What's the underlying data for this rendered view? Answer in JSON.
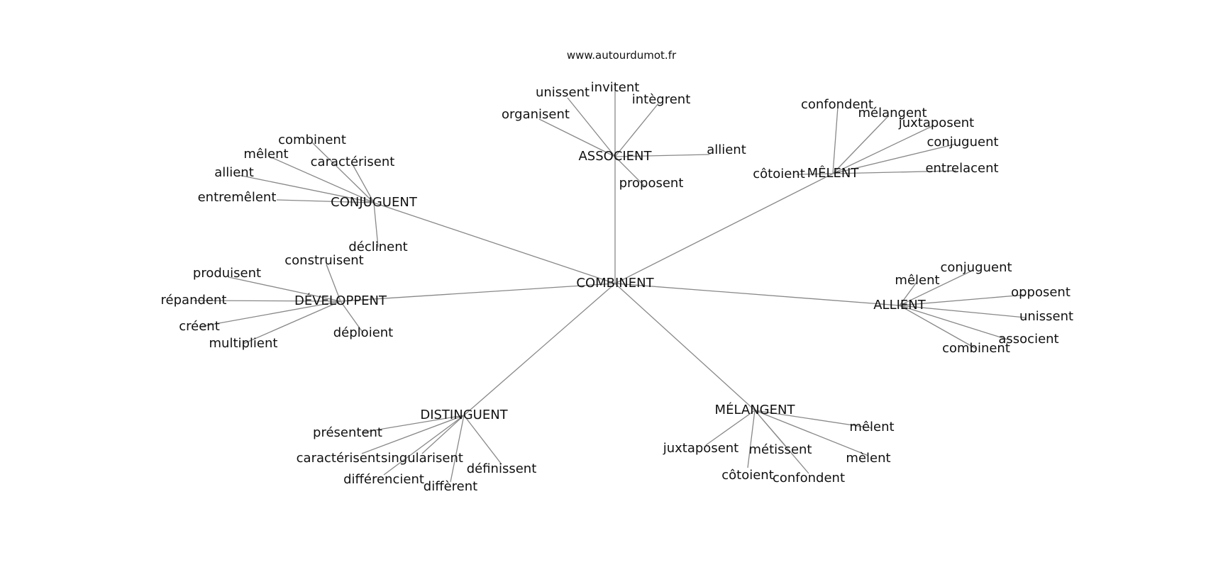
{
  "site": "www.autourdumot.fr",
  "graph": {
    "center": "COMBINENT",
    "hubs": [
      {
        "label": "ASSOCIENT",
        "children": [
          "unissent",
          "invitent",
          "intègrent",
          "organisent",
          "allient",
          "proposent"
        ]
      },
      {
        "label": "MÊLENT",
        "children": [
          "confondent",
          "mélangent",
          "juxtaposent",
          "conjuguent",
          "entrelacent",
          "côtoient"
        ]
      },
      {
        "label": "CONJUGUENT",
        "children": [
          "combinent",
          "mêlent",
          "caractérisent",
          "allient",
          "entremêlent",
          "déclinent"
        ]
      },
      {
        "label": "DÉVELOPPENT",
        "children": [
          "construisent",
          "produisent",
          "répandent",
          "créent",
          "multiplient",
          "déploient"
        ]
      },
      {
        "label": "ALLIENT",
        "children": [
          "mêlent",
          "conjuguent",
          "opposent",
          "unissent",
          "associent",
          "combinent"
        ]
      },
      {
        "label": "DISTINGUENT",
        "children": [
          "présentent",
          "caractérisent",
          "singularisent",
          "différencient",
          "diffèrent",
          "définissent"
        ]
      },
      {
        "label": "MÉLANGENT",
        "children": [
          "mêlent",
          "juxtaposent",
          "métissent",
          "mèlent",
          "côtoient",
          "confondent"
        ]
      }
    ]
  }
}
